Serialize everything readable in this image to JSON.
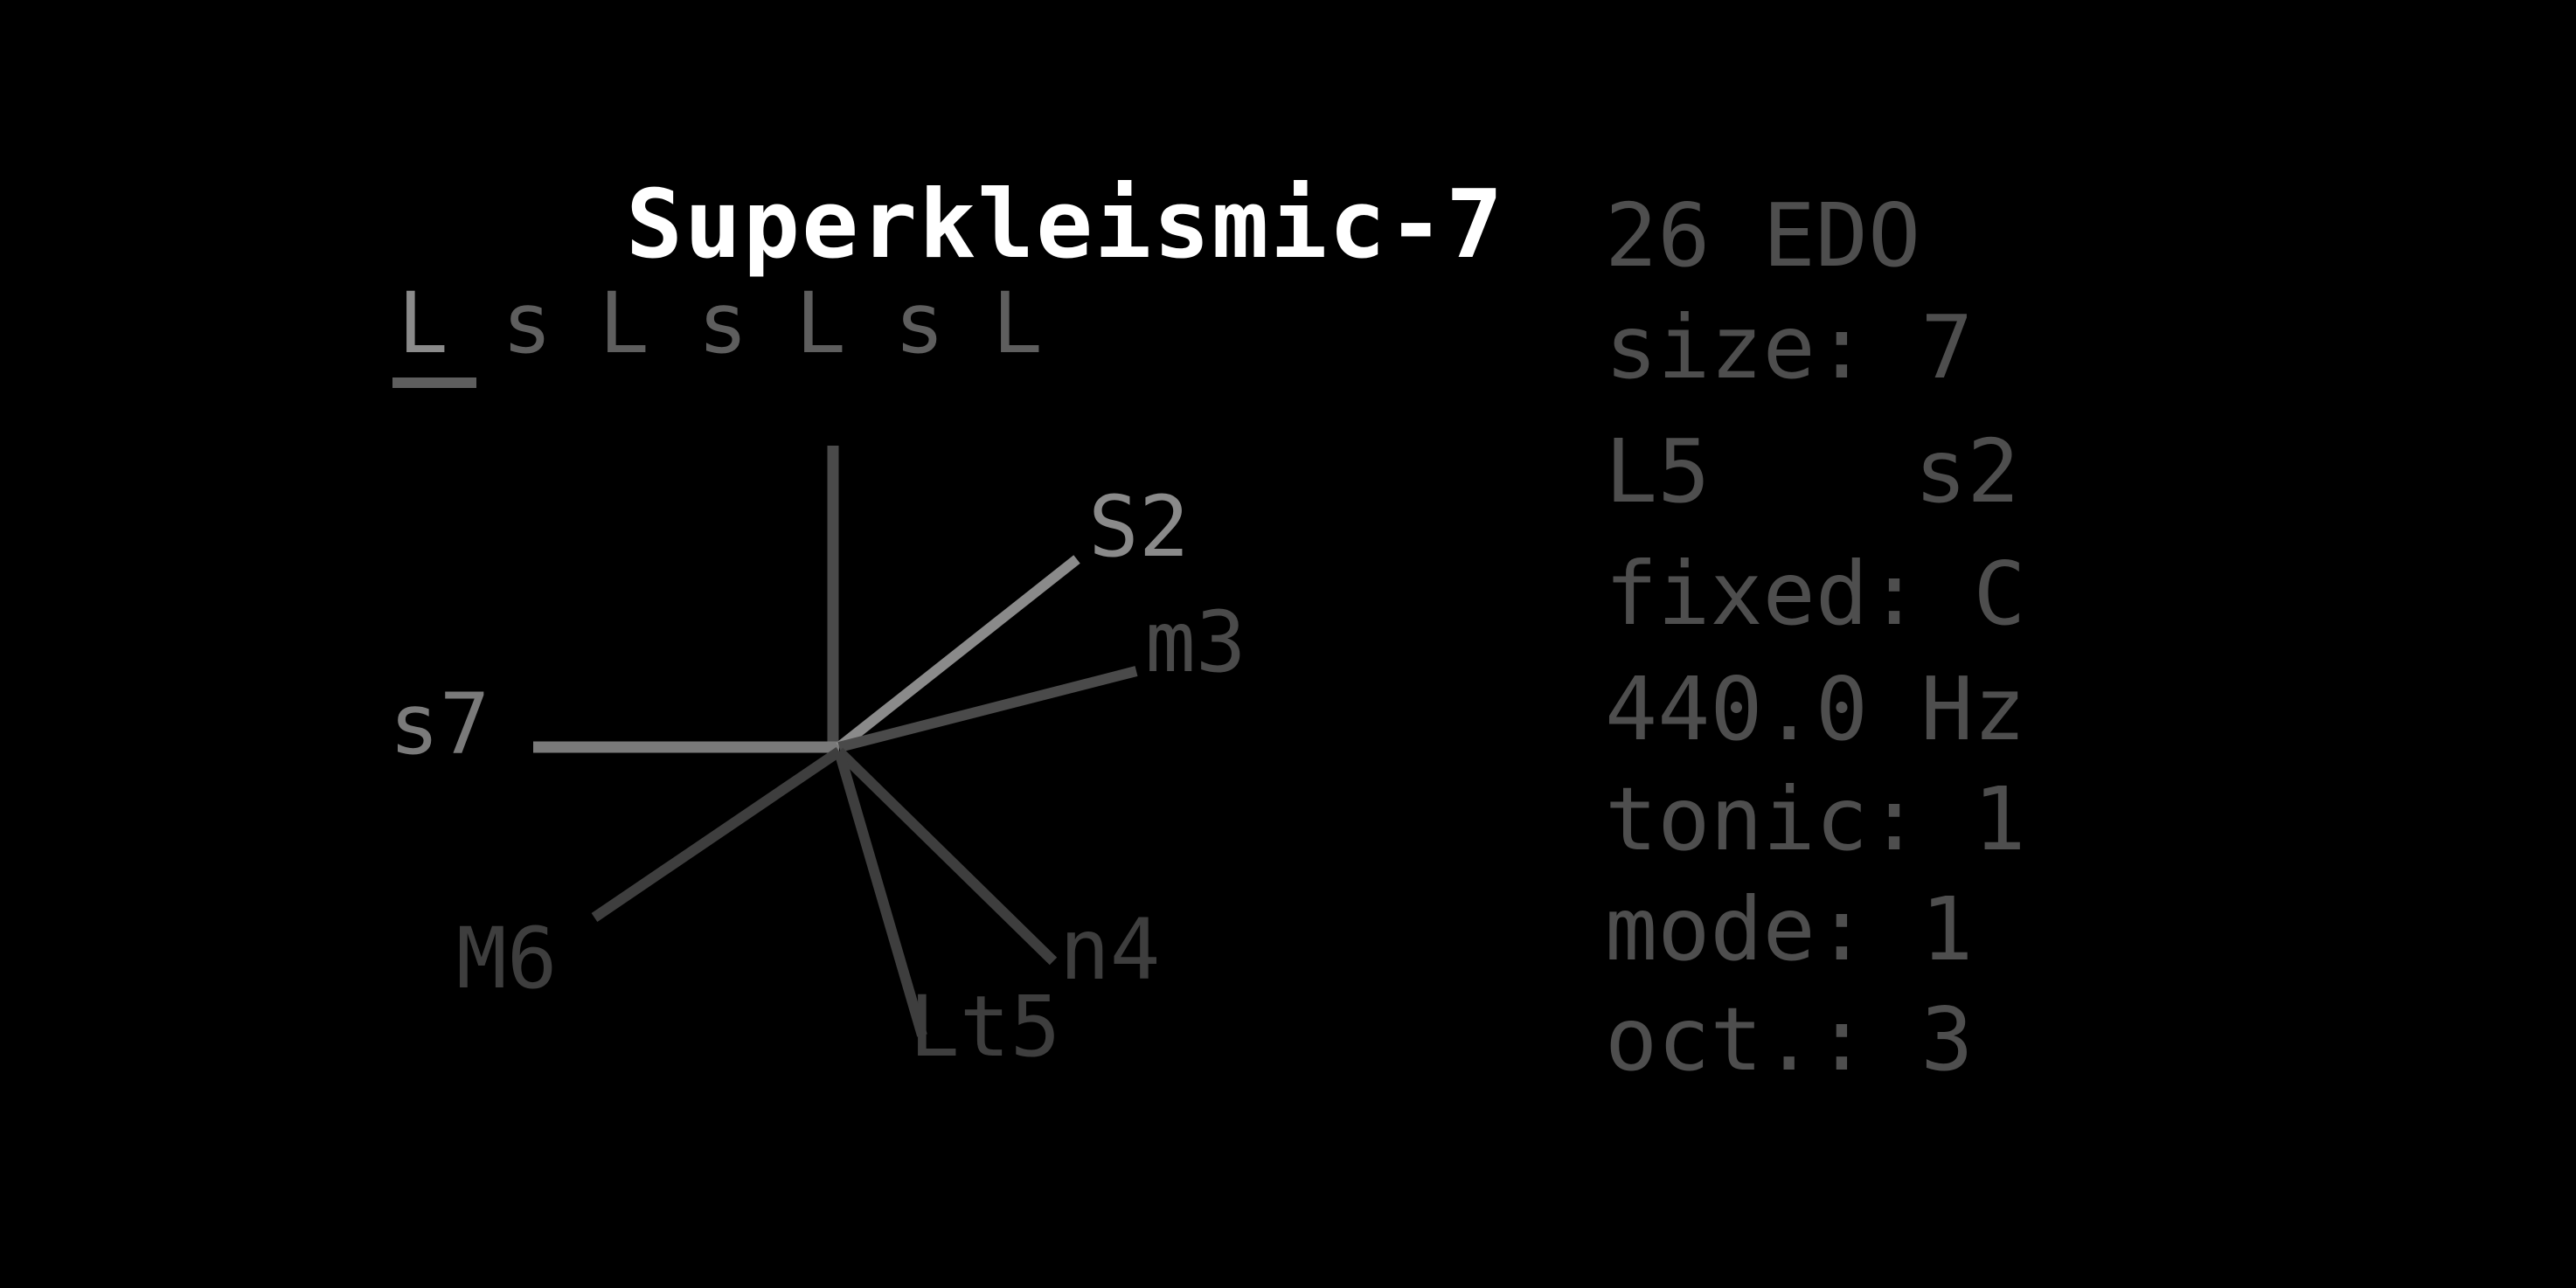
{
  "title": "Superkleismic-7",
  "step_pattern": [
    "L",
    "s",
    "L",
    "s",
    "L",
    "s",
    "L"
  ],
  "selected_step_index": 0,
  "info": {
    "edo": "26 EDO",
    "size": "size: 7",
    "large_step": "L5",
    "small_step": "s2",
    "fixed": "fixed: C",
    "frequency": "440.0 Hz",
    "tonic": "tonic: 1",
    "mode": "mode: 1",
    "octave": "oct.: 3"
  },
  "lattice": {
    "vertical_axis": true,
    "axes": [
      {
        "label": "S2",
        "color": "#8a8a8a"
      },
      {
        "label": "m3",
        "color": "#4a4a4a"
      },
      {
        "label": "s7",
        "color": "#7a7a7a"
      },
      {
        "label": "M6",
        "color": "#3e3e3e"
      },
      {
        "label": "n4",
        "color": "#3e3e3e"
      },
      {
        "label": "Lt5",
        "color": "#3e3e3e"
      }
    ]
  },
  "colors": {
    "background": "#000000",
    "title": "#ffffff",
    "info_text": "#4e4e4e"
  }
}
